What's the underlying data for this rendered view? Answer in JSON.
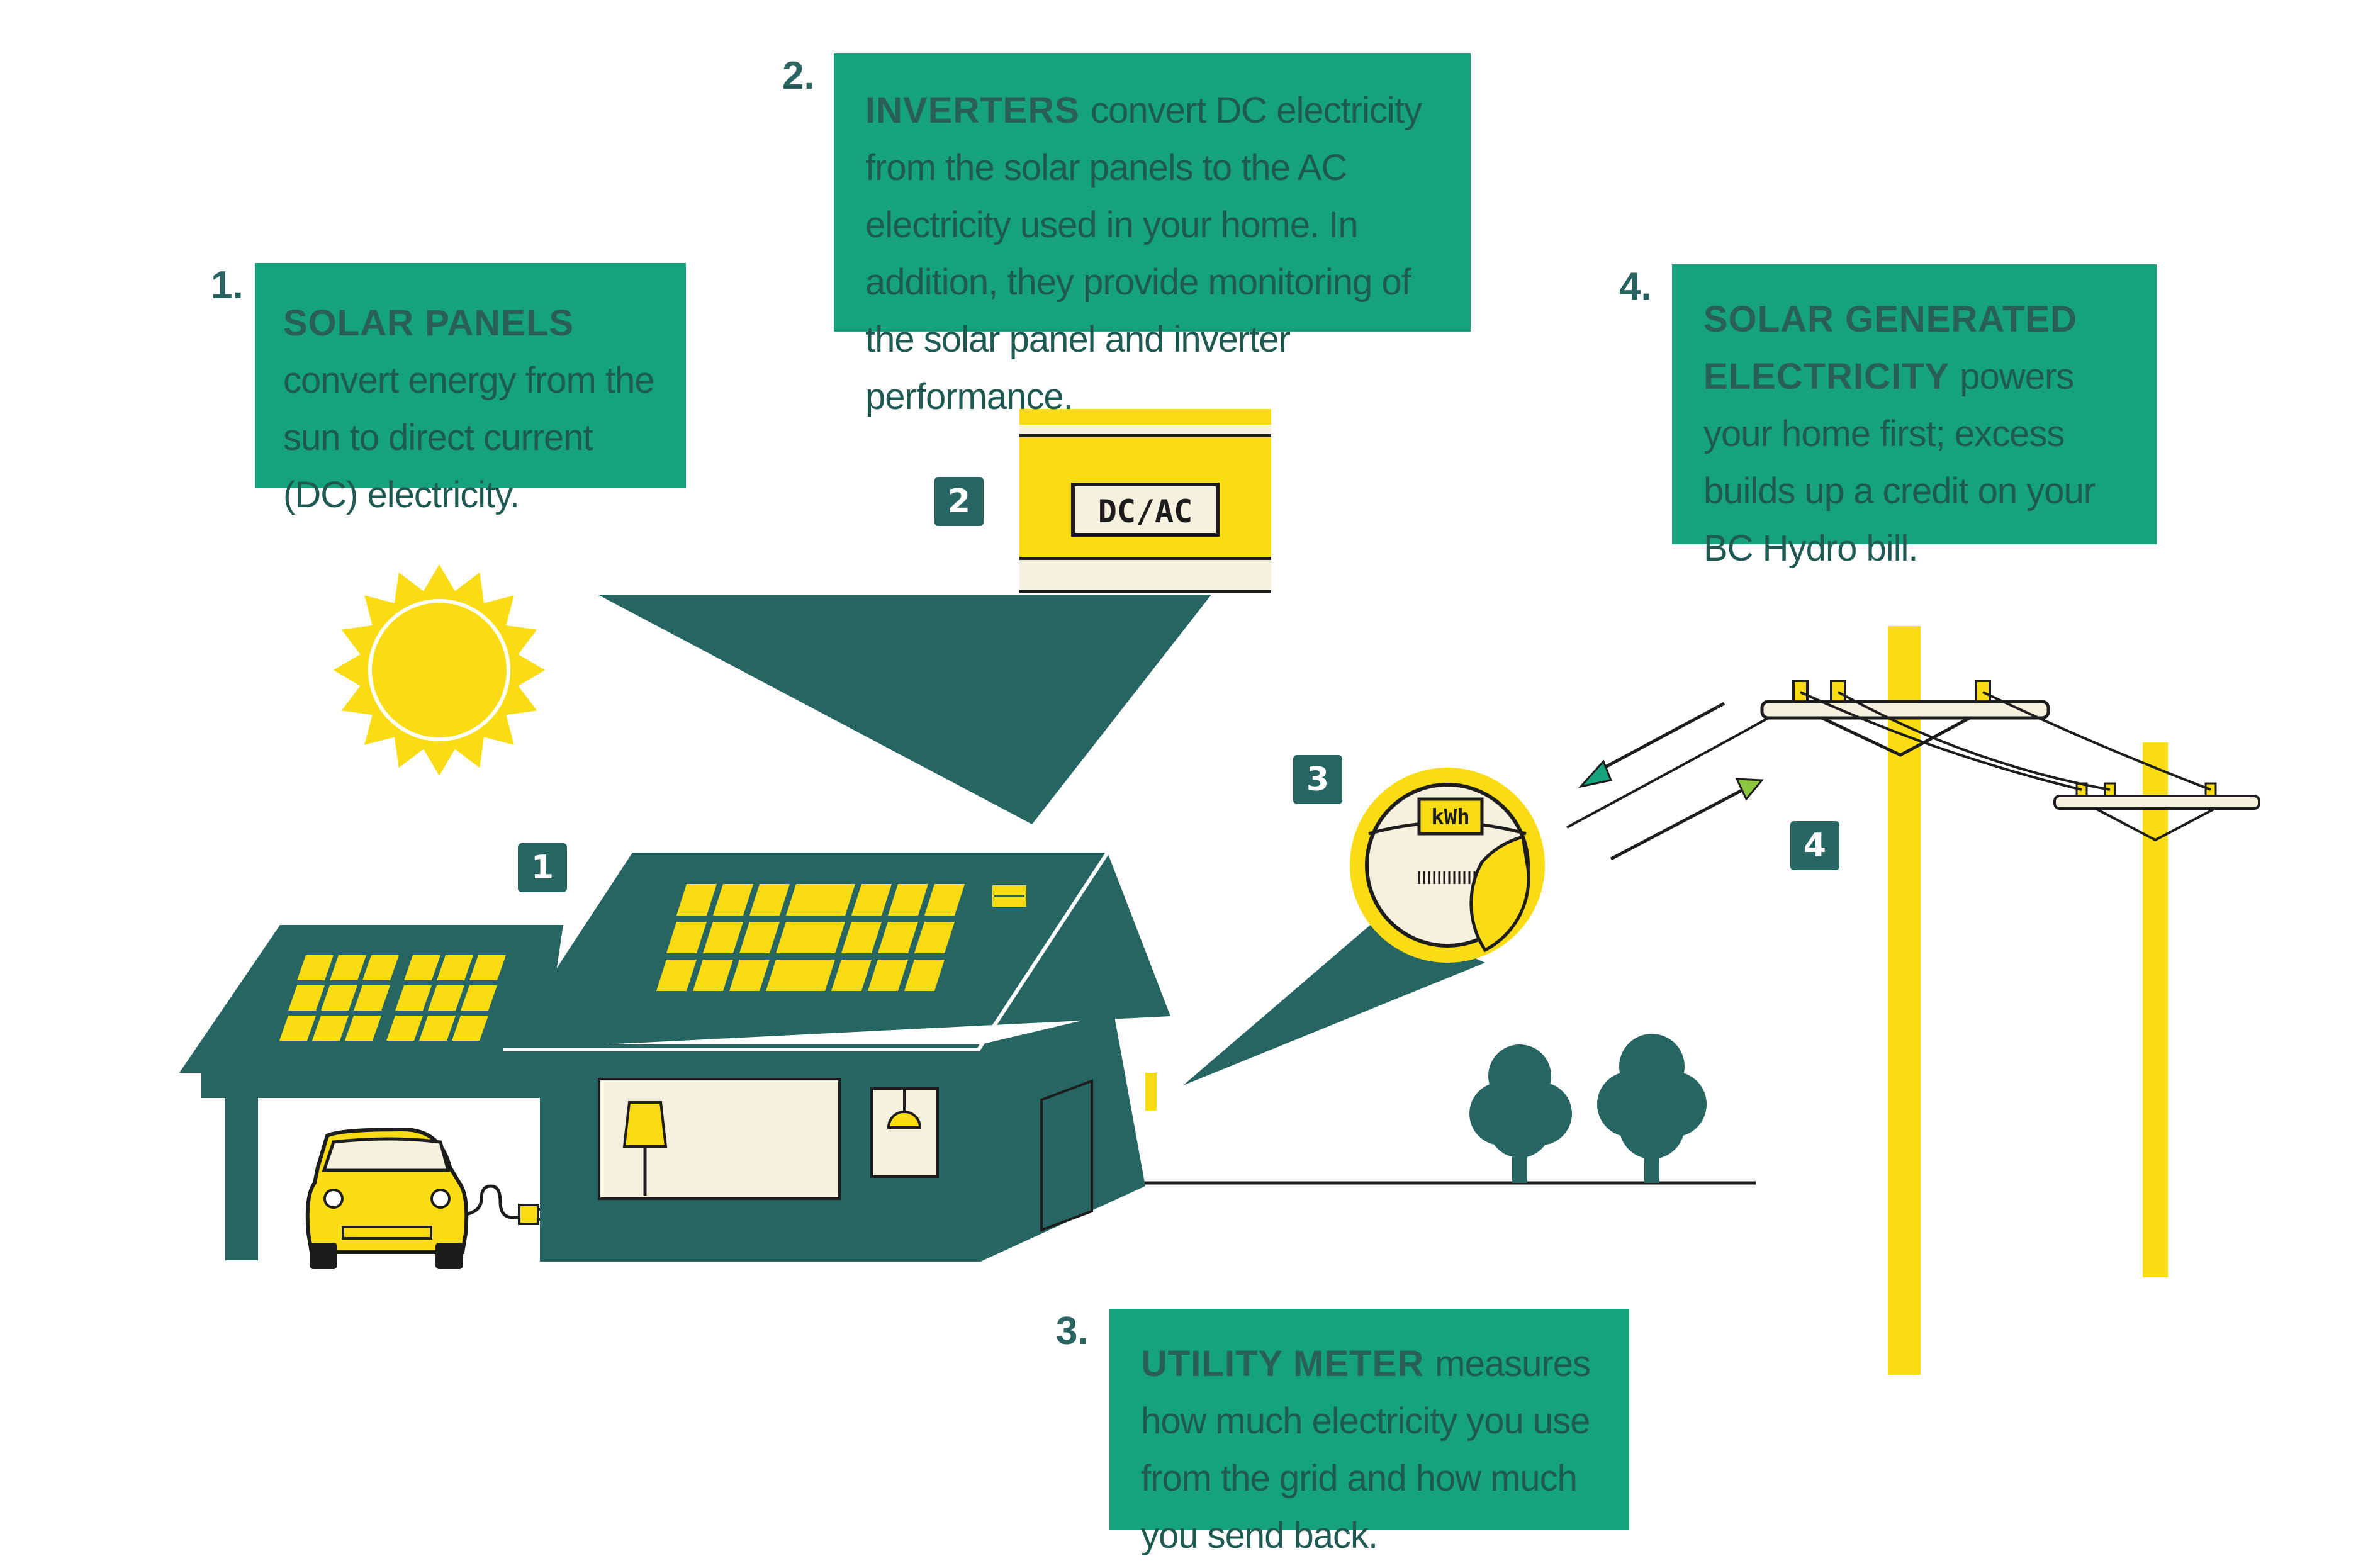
{
  "steps": [
    {
      "number": "1.",
      "title": "SOLAR PANELS",
      "text": "convert energy from the sun to direct current (DC) electricity."
    },
    {
      "number": "2.",
      "title": "INVERTERS",
      "text": "convert DC electricity from the solar panels to the AC electricity used in your home. In addition, they provide monitoring of the solar panel and inverter performance."
    },
    {
      "number": "3.",
      "title": "UTILITY METER",
      "text": "measures how much electricity you use from the grid and how much you send back."
    },
    {
      "number": "4.",
      "title": "SOLAR GENERATED ELECTRICITY",
      "text": "powers your home first; excess builds up a credit on your BC Hydro bill."
    }
  ],
  "badges": {
    "b1": "1",
    "b2": "2",
    "b3": "3",
    "b4": "4"
  },
  "inverter_label": "DC/AC",
  "meter_label": "kWh",
  "colors": {
    "green_box": "#16a27c",
    "dark_teal": "#266562",
    "yellow": "#f9dc14",
    "cream": "#f4f1df"
  }
}
